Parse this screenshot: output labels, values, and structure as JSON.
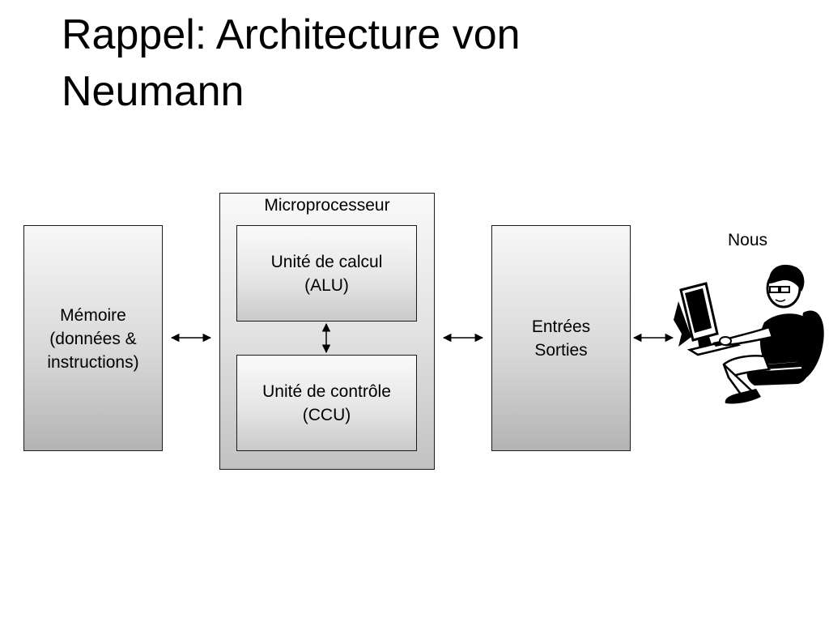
{
  "slide": {
    "title_line1": "Rappel: Architecture von",
    "title_line2": "Neumann"
  },
  "diagram": {
    "microprocessor": {
      "label": "Microprocesseur"
    },
    "alu": {
      "label": "Unité de calcul\n(ALU)"
    },
    "ccu": {
      "label": "Unité de contrôle\n(CCU)"
    },
    "memory": {
      "label": "Mémoire\n(données &\ninstructions)"
    },
    "io": {
      "label": "Entrées\nSorties"
    },
    "user": {
      "label": "Nous",
      "icon": "person-at-computer-icon"
    }
  }
}
